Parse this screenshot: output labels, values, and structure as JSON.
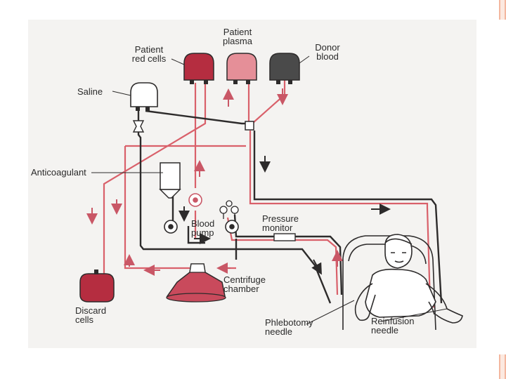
{
  "colors": {
    "tube_red": "#d9606a",
    "tube_dark": "#2d2b2b",
    "red_cells": "#b52d40",
    "plasma": "#e58f98",
    "donor": "#4a4a4a",
    "background": "#f4f3f1",
    "slide_accent": "#f3b79f"
  },
  "labels": {
    "patient_plasma": [
      "Patient",
      "plasma"
    ],
    "patient_red_cells": [
      "Patient",
      "red cells"
    ],
    "donor_blood": [
      "Donor",
      "blood"
    ],
    "saline": "Saline",
    "anticoagulant": "Anticoagulant",
    "blood_pump": [
      "Blood",
      "pump"
    ],
    "pressure_monitor": [
      "Pressure",
      "monitor"
    ],
    "centrifuge_chamber": [
      "Centrifuge",
      "chamber"
    ],
    "discard_cells": [
      "Discard",
      "cells"
    ],
    "phlebotomy_needle": [
      "Phlebotomy",
      "needle"
    ],
    "reinfusion_needle": [
      "Reinfusion",
      "needle"
    ]
  }
}
